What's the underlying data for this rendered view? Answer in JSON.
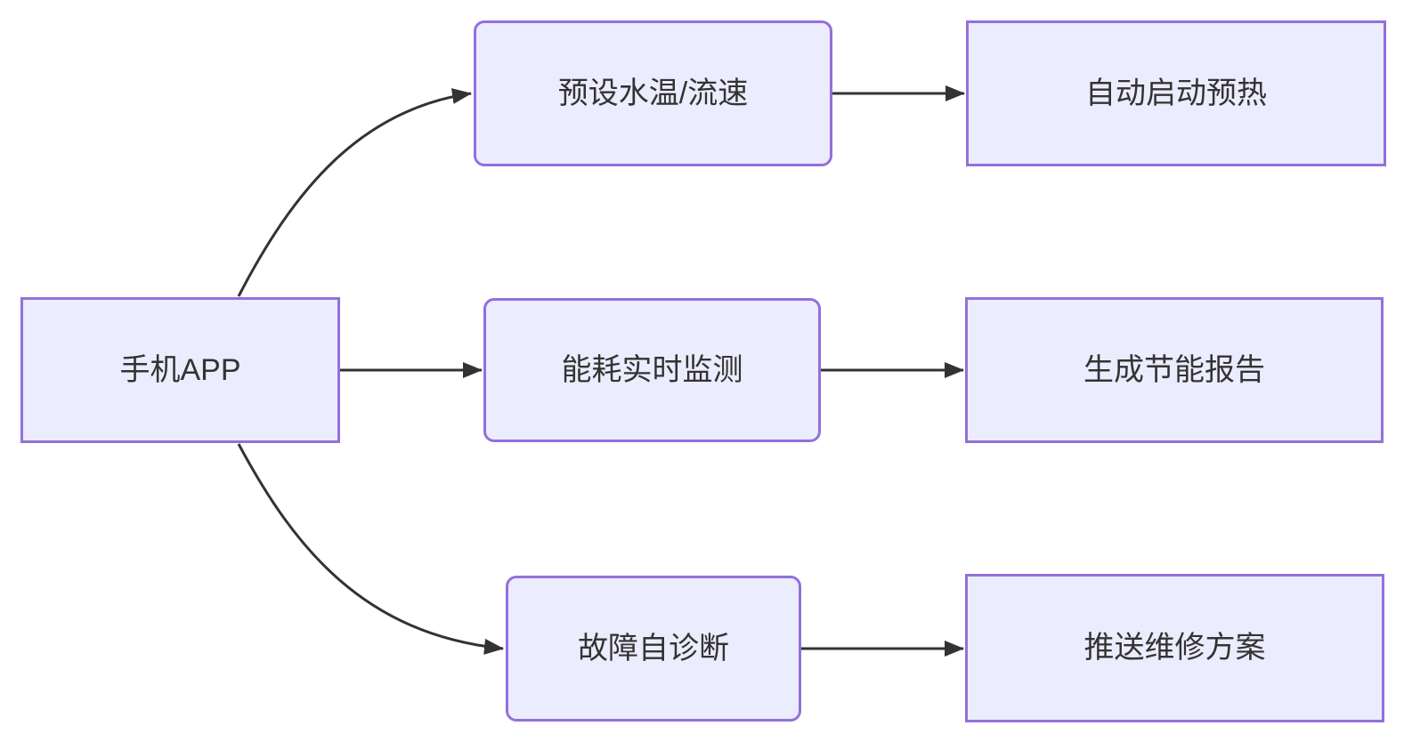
{
  "diagram": {
    "type": "flowchart-LR",
    "background_color": "#FFFFFF",
    "node_fill_color": "#ECECFF",
    "node_border_color": "#9370DB",
    "edge_color": "#333333",
    "text_color": "#333333",
    "nodes": [
      {
        "id": "app",
        "label": "手机APP",
        "shape": "rect",
        "column": "left"
      },
      {
        "id": "preset",
        "label": "预设水温/流速",
        "shape": "rounded",
        "column": "middle"
      },
      {
        "id": "preheat",
        "label": "自动启动预热",
        "shape": "rect",
        "column": "right"
      },
      {
        "id": "energy",
        "label": "能耗实时监测",
        "shape": "rounded",
        "column": "middle"
      },
      {
        "id": "report",
        "label": "生成节能报告",
        "shape": "rect",
        "column": "right"
      },
      {
        "id": "fault",
        "label": "故障自诊断",
        "shape": "rounded",
        "column": "middle"
      },
      {
        "id": "repair",
        "label": "推送维修方案",
        "shape": "rect",
        "column": "right"
      }
    ],
    "edges": [
      {
        "from": "手机APP",
        "to": "预设水温/流速",
        "style": "curved-up"
      },
      {
        "from": "手机APP",
        "to": "能耗实时监测",
        "style": "straight"
      },
      {
        "from": "手机APP",
        "to": "故障自诊断",
        "style": "curved-down"
      },
      {
        "from": "预设水温/流速",
        "to": "自动启动预热",
        "style": "straight"
      },
      {
        "from": "能耗实时监测",
        "to": "生成节能报告",
        "style": "straight"
      },
      {
        "from": "故障自诊断",
        "to": "推送维修方案",
        "style": "straight"
      }
    ]
  }
}
